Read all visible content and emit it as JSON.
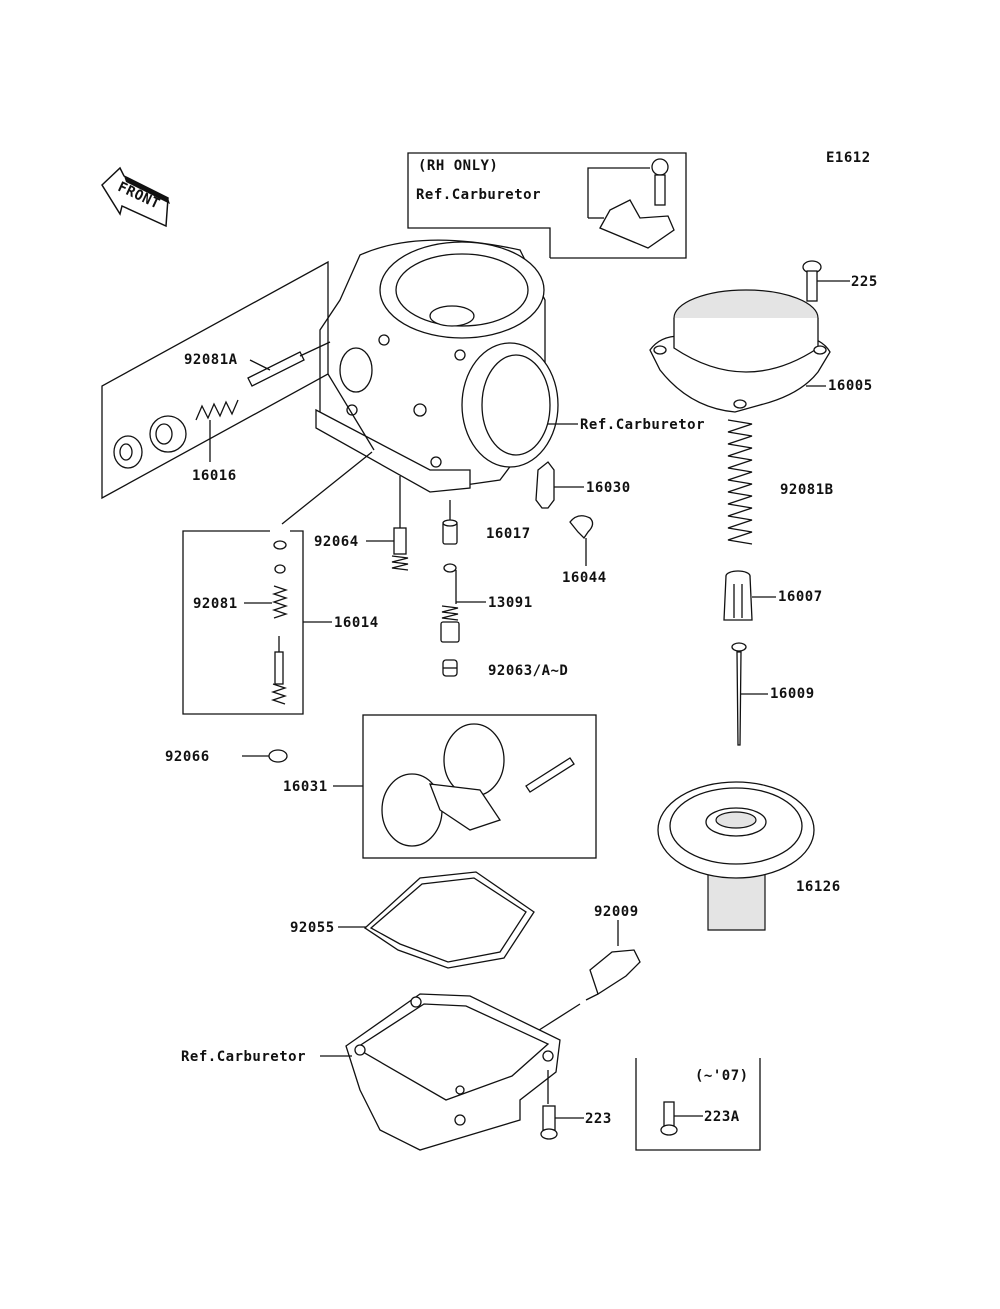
{
  "diagram": {
    "code": "E1612",
    "front_label": "FRONT",
    "rh_only_note": "(RH ONLY)",
    "ref_carb": "Ref.Carburetor",
    "era_note": "(~'07)",
    "parts": {
      "p225": "225",
      "p16005": "16005",
      "p92081B": "92081B",
      "p16007": "16007",
      "p16009": "16009",
      "p16126": "16126",
      "p92081A": "92081A",
      "p16016": "16016",
      "p16030": "16030",
      "p16017": "16017",
      "p16044": "16044",
      "p92064": "92064",
      "p13091": "13091",
      "p92063": "92063/A~D",
      "p92081": "92081",
      "p16014": "16014",
      "p92066": "92066",
      "p16031": "16031",
      "p92055": "92055",
      "p92009": "92009",
      "p223": "223",
      "p223A": "223A"
    }
  }
}
